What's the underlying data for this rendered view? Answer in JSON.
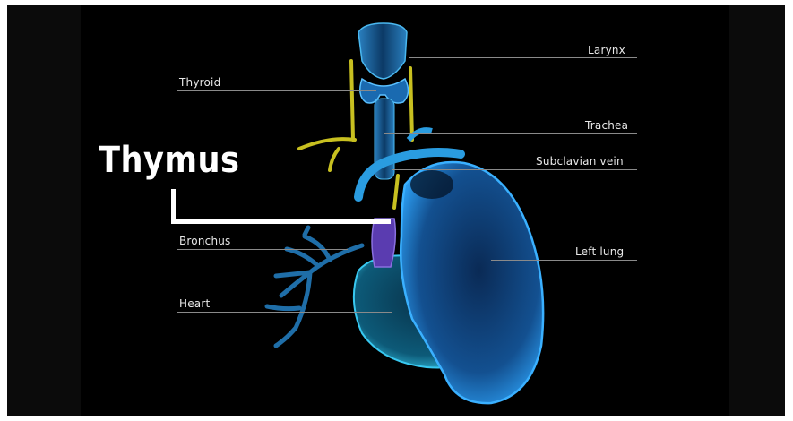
{
  "title": "Thymus",
  "labels": {
    "larynx": "Larynx",
    "thyroid": "Thyroid",
    "trachea": "Trachea",
    "subclavian_vein": "Subclavian vein",
    "bronchus": "Bronchus",
    "left_lung": "Left lung",
    "heart": "Heart"
  },
  "colors": {
    "background": "#000000",
    "organ_glow": "#2fa8ff",
    "vessel": "#c8c020",
    "thymus": "#6a4cc0",
    "label_text": "#e8e8e8",
    "leader_line": "#8a8a8a"
  }
}
